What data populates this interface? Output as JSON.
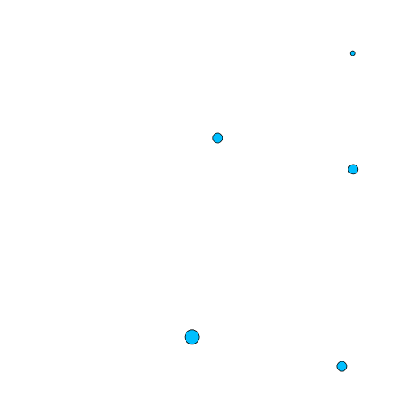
{
  "chart_data": {
    "type": "scatter",
    "title": "",
    "xlabel": "",
    "ylabel": "",
    "grid": false,
    "legend": "none",
    "axes_visible": false,
    "xlim": [
      0,
      1
    ],
    "ylim": [
      0,
      1
    ],
    "series": [
      {
        "color": "#00bfff",
        "points": [
          {
            "x": 0.854,
            "y": 0.871,
            "size": 1
          },
          {
            "x": 0.527,
            "y": 0.666,
            "size": 4
          },
          {
            "x": 0.855,
            "y": 0.59,
            "size": 4
          },
          {
            "x": 0.465,
            "y": 0.184,
            "size": 9
          },
          {
            "x": 0.828,
            "y": 0.113,
            "size": 4
          }
        ]
      }
    ]
  }
}
